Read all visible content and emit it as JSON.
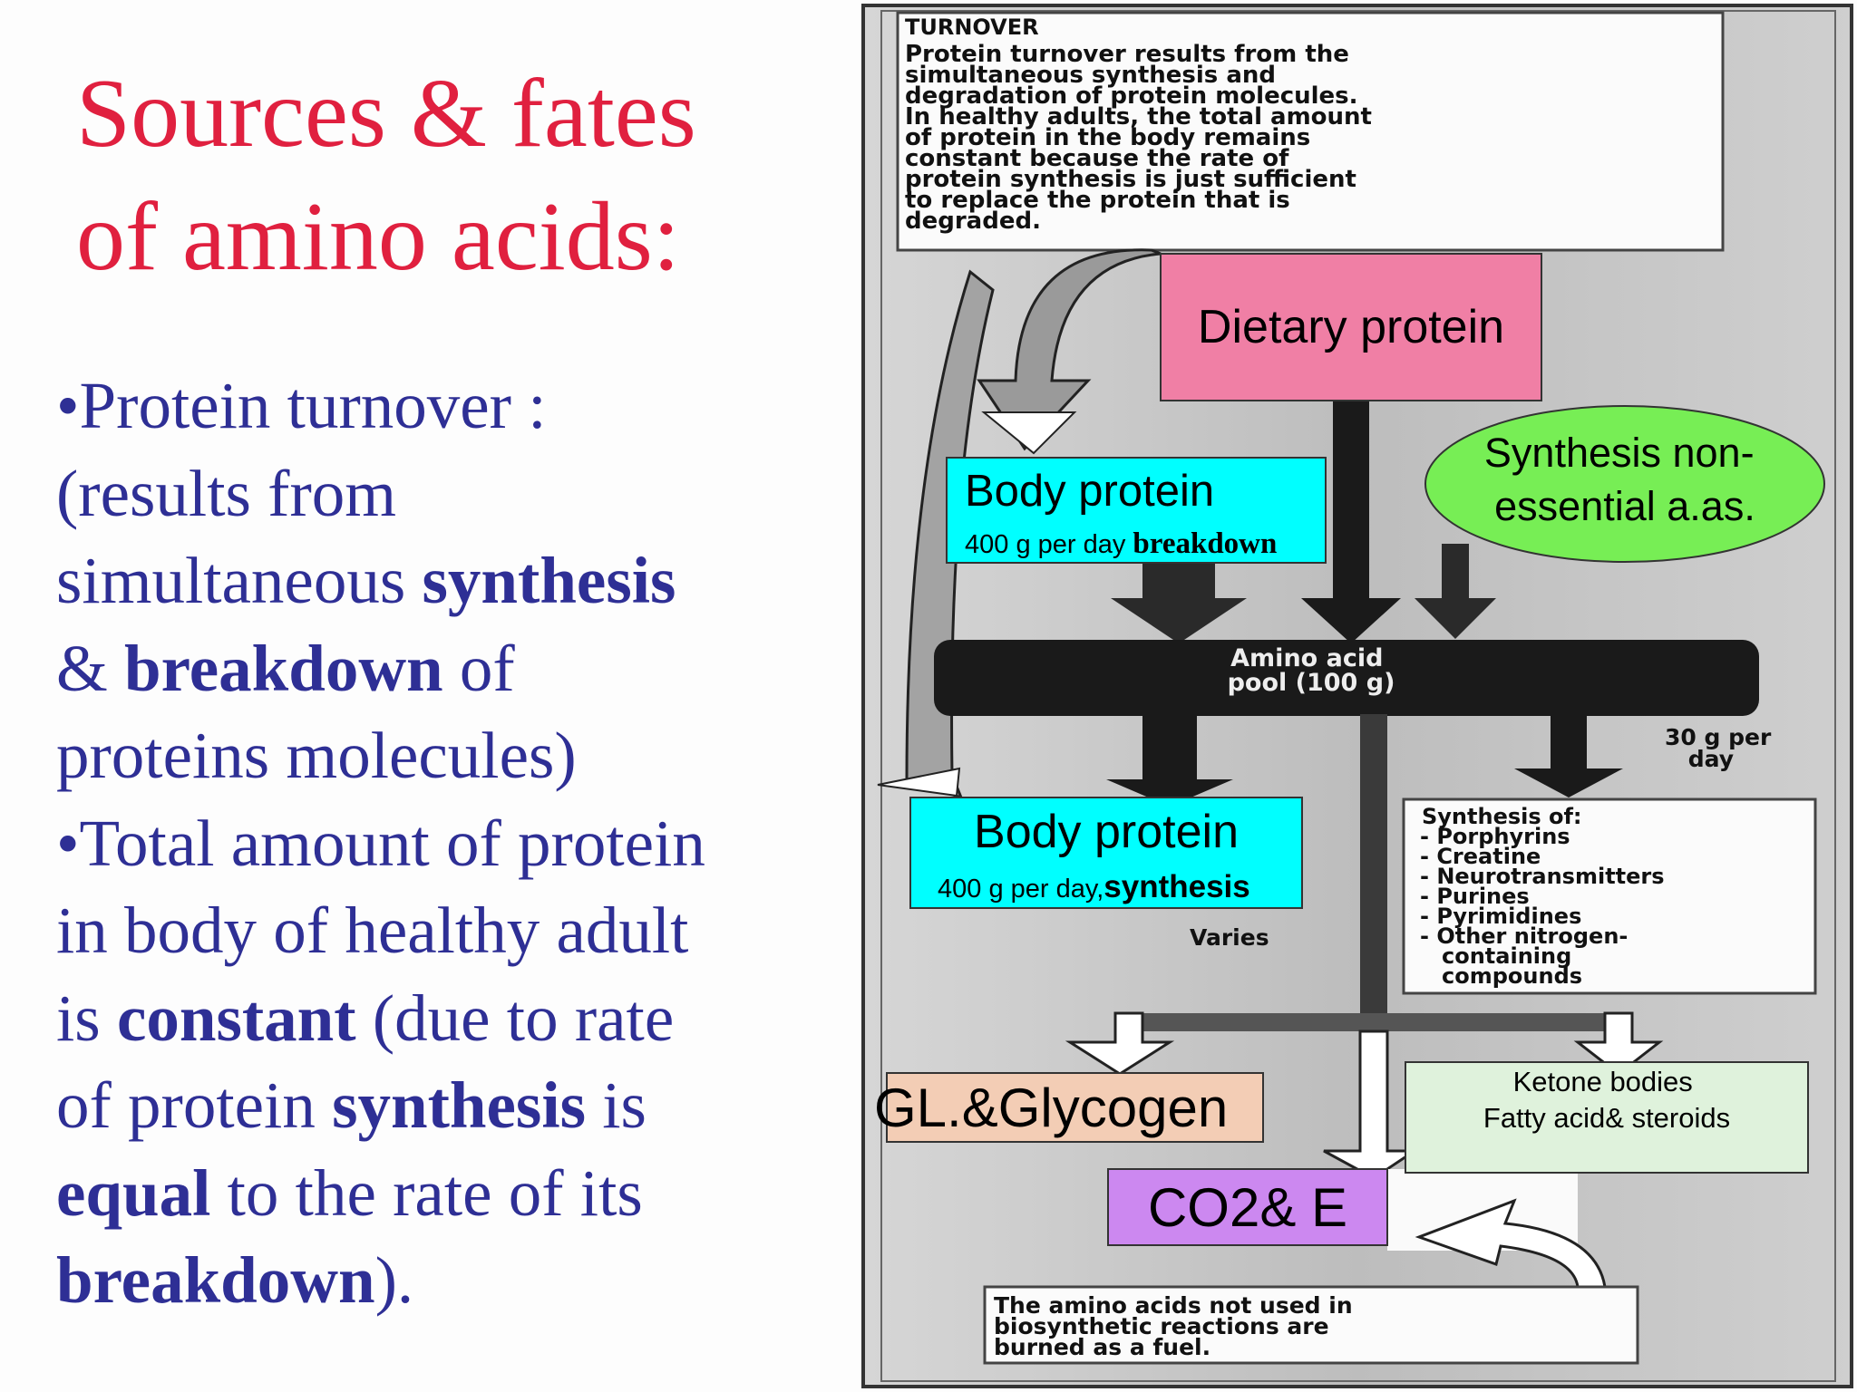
{
  "title": {
    "line1": "Sources & fates",
    "line2": "of amino acids:"
  },
  "bullets": {
    "b1_lead": "•Protein turnover :",
    "b1_line2": "(results from",
    "b1_line3_pre": "simultaneous ",
    "b1_line3_bold": "synthesis",
    "b1_line4_amp": "& ",
    "b1_line4_bold": "breakdown",
    "b1_line4_post": " of",
    "b1_line5": "proteins molecules)",
    "b2_line1": "•Total amount of protein",
    "b2_line2": "in  body of healthy adult",
    "b2_line3_pre": "is ",
    "b2_line3_bold": "constant",
    "b2_line3_post": "  (due to rate",
    "b2_line4_pre": "of protein ",
    "b2_line4_bold": "synthesis",
    "b2_line4_post": " is",
    "b2_line5_bold": "equal",
    "b2_line5_post": " to the rate of its",
    "b2_line6_bold": "breakdown",
    "b2_line6_post": ")."
  },
  "diagram": {
    "turnover_heading": "TURNOVER",
    "turnover_text": [
      "Protein turnover results from the",
      "simultaneous synthesis and",
      "degradation of protein molecules.",
      "In healthy adults, the total amount",
      "of protein in the body remains",
      "constant because the rate of",
      "protein synthesis is just sufficient",
      "to replace the protein that is",
      "degraded."
    ],
    "dietary_protein": "Dietary protein",
    "synthesis_nonessential": [
      "Synthesis non-",
      "essential a.as."
    ],
    "body_protein_top": {
      "title": "Body protein",
      "sub": "400 g per day ",
      "sub_bold": "breakdown"
    },
    "pool": [
      "Amino acid",
      "pool (100 g)"
    ],
    "thirty_g": [
      "30 g per",
      "day"
    ],
    "body_protein_bottom": {
      "title": "Body protein",
      "sub": "400 g per day,",
      "sub_bold": "synthesis"
    },
    "varies": "Varies",
    "synthesis_of": {
      "heading": "Synthesis of:",
      "items": [
        "- Porphyrins",
        "- Creatine",
        "- Neurotransmitters",
        "- Purines",
        "- Pyrimidines",
        "- Other nitrogen-",
        "  containing",
        "  compounds"
      ]
    },
    "glycogen": "GL.&Glycogen",
    "ketone": [
      "Ketone bodies",
      "Fatty acid& steroids"
    ],
    "co2": "CO2& E",
    "fuel_note": [
      "The amino acids not used in",
      "biosynthetic reactions are",
      "burned as a fuel."
    ]
  },
  "colors": {
    "title": "#e0203f",
    "bullets": "#2e2f95",
    "dietary": "#f07fa5",
    "body_protein": "#00ffff",
    "nonessential": "#77ee55",
    "glycogen": "#f3cdb5",
    "ketone": "#dff2dc",
    "co2": "#cc88f0"
  }
}
